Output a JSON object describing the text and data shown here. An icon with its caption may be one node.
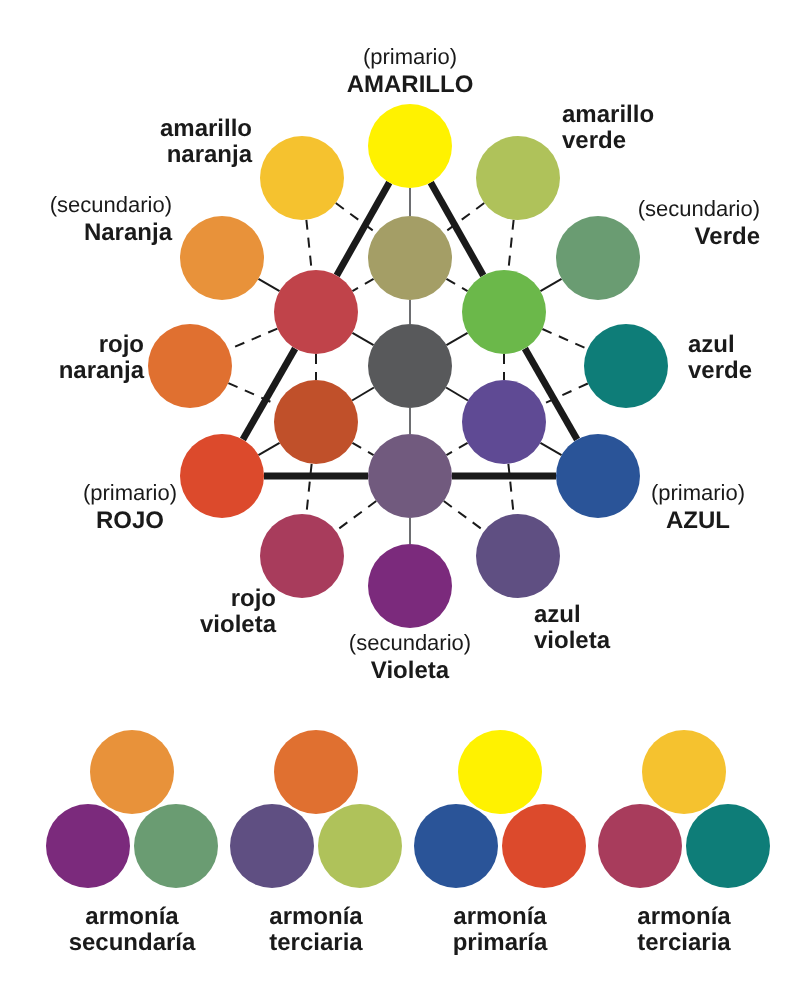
{
  "diagram": {
    "nodes": [
      {
        "text": [
          "(primario)",
          "AMARILLO"
        ]
      },
      {
        "text": [
          "amarillo naranja"
        ]
      },
      {
        "text": [
          "amarillo verde"
        ]
      },
      {
        "text": [
          "(secundario)",
          "Naranja"
        ]
      },
      {
        "text": [],
        "shape": "circle"
      },
      {
        "text": [
          "(secundario)",
          "Verde"
        ]
      },
      {
        "text": [],
        "shape": "circle"
      },
      {
        "text": [],
        "shape": "circle"
      },
      {
        "text": [
          "rojo naranja"
        ]
      },
      {
        "text": [],
        "shape": "circle"
      },
      {
        "text": [
          "azul verde"
        ]
      },
      {
        "text": [],
        "shape": "circle"
      },
      {
        "text": [],
        "shape": "circle"
      },
      {
        "text": [
          "(primario)",
          "ROJO"
        ]
      },
      {
        "text": [],
        "shape": "circle"
      },
      {
        "text": [
          "(primario)",
          "AZUL"
        ]
      },
      {
        "text": [
          "rojo violeta"
        ]
      },
      {
        "text": [
          "azul violeta"
        ]
      },
      {
        "text": [
          "(secundario)",
          "Violeta"
        ]
      },
      {
        "text": [],
        "shape": "circle"
      },
      {
        "text": [],
        "shape": "circle"
      },
      {
        "text": [],
        "shape": "circle"
      },
      {
        "text": [],
        "shape": "circle"
      },
      {
        "text": [],
        "shape": "circle"
      },
      {
        "text": [],
        "shape": "circle"
      },
      {
        "text": [],
        "shape": "circle"
      },
      {
        "text": [],
        "shape": "circle"
      },
      {
        "text": [],
        "shape": "circle"
      },
      {
        "text": [],
        "shape": "circle"
      },
      {
        "text": [],
        "shape": "circle"
      },
      {
        "text": [],
        "shape": "circle"
      }
    ],
    "edges": [
      {
        "from": 0,
        "to": 6,
        "arrow": "none",
        "style": "thick"
      },
      {
        "from": 6,
        "to": 13,
        "arrow": "none",
        "style": "thick"
      },
      {
        "from": 13,
        "to": 14,
        "arrow": "none",
        "style": "thick"
      },
      {
        "from": 14,
        "to": 15,
        "arrow": "none",
        "style": "thick"
      },
      {
        "from": 15,
        "to": 7,
        "arrow": "none",
        "style": "thick"
      },
      {
        "from": 7,
        "to": 0,
        "arrow": "none",
        "style": "thick"
      },
      {
        "from": 0,
        "to": 4,
        "arrow": "none",
        "color": "#6d6e71"
      },
      {
        "from": 4,
        "to": 9,
        "arrow": "none",
        "color": "#6d6e71"
      },
      {
        "from": 9,
        "to": 14,
        "arrow": "none",
        "color": "#6d6e71"
      },
      {
        "from": 14,
        "to": 18,
        "arrow": "none",
        "color": "#6d6e71"
      },
      {
        "from": 3,
        "to": 6,
        "arrow": "none"
      },
      {
        "from": 6,
        "to": 9,
        "arrow": "none"
      },
      {
        "from": 9,
        "to": 12,
        "arrow": "none"
      },
      {
        "from": 12,
        "to": 15,
        "arrow": "none"
      },
      {
        "from": 5,
        "to": 7,
        "arrow": "none"
      },
      {
        "from": 7,
        "to": 9,
        "arrow": "none"
      },
      {
        "from": 9,
        "to": 11,
        "arrow": "none"
      },
      {
        "from": 11,
        "to": 13,
        "arrow": "none"
      },
      {
        "from": 1,
        "to": 4,
        "arrow": "none",
        "style": "dashed"
      },
      {
        "from": 4,
        "to": 7,
        "arrow": "none",
        "style": "dashed"
      },
      {
        "from": 7,
        "to": 10,
        "arrow": "none",
        "style": "dashed"
      },
      {
        "from": 2,
        "to": 4,
        "arrow": "none",
        "style": "dashed"
      },
      {
        "from": 4,
        "to": 6,
        "arrow": "none",
        "style": "dashed"
      },
      {
        "from": 6,
        "to": 8,
        "arrow": "none",
        "style": "dashed"
      },
      {
        "from": 1,
        "to": 6,
        "arrow": "none",
        "style": "dashed"
      },
      {
        "from": 6,
        "to": 11,
        "arrow": "none",
        "style": "dashed"
      },
      {
        "from": 11,
        "to": 16,
        "arrow": "none",
        "style": "dashed"
      },
      {
        "from": 2,
        "to": 7,
        "arrow": "none",
        "style": "dashed"
      },
      {
        "from": 7,
        "to": 12,
        "arrow": "none",
        "style": "dashed"
      },
      {
        "from": 12,
        "to": 17,
        "arrow": "none",
        "style": "dashed"
      },
      {
        "from": 8,
        "to": 11,
        "arrow": "none",
        "style": "dashed"
      },
      {
        "from": 11,
        "to": 14,
        "arrow": "none",
        "style": "dashed"
      },
      {
        "from": 14,
        "to": 17,
        "arrow": "none",
        "style": "dashed"
      },
      {
        "from": 10,
        "to": 12,
        "arrow": "none",
        "style": "dashed"
      },
      {
        "from": 12,
        "to": 14,
        "arrow": "none",
        "style": "dashed"
      },
      {
        "from": 14,
        "to": 16,
        "arrow": "none",
        "style": "dashed"
      }
    ],
    "labels": [
      "armonía secundaría",
      "armonía terciaria",
      "armonía primaría",
      "armonía terciaria"
    ]
  }
}
